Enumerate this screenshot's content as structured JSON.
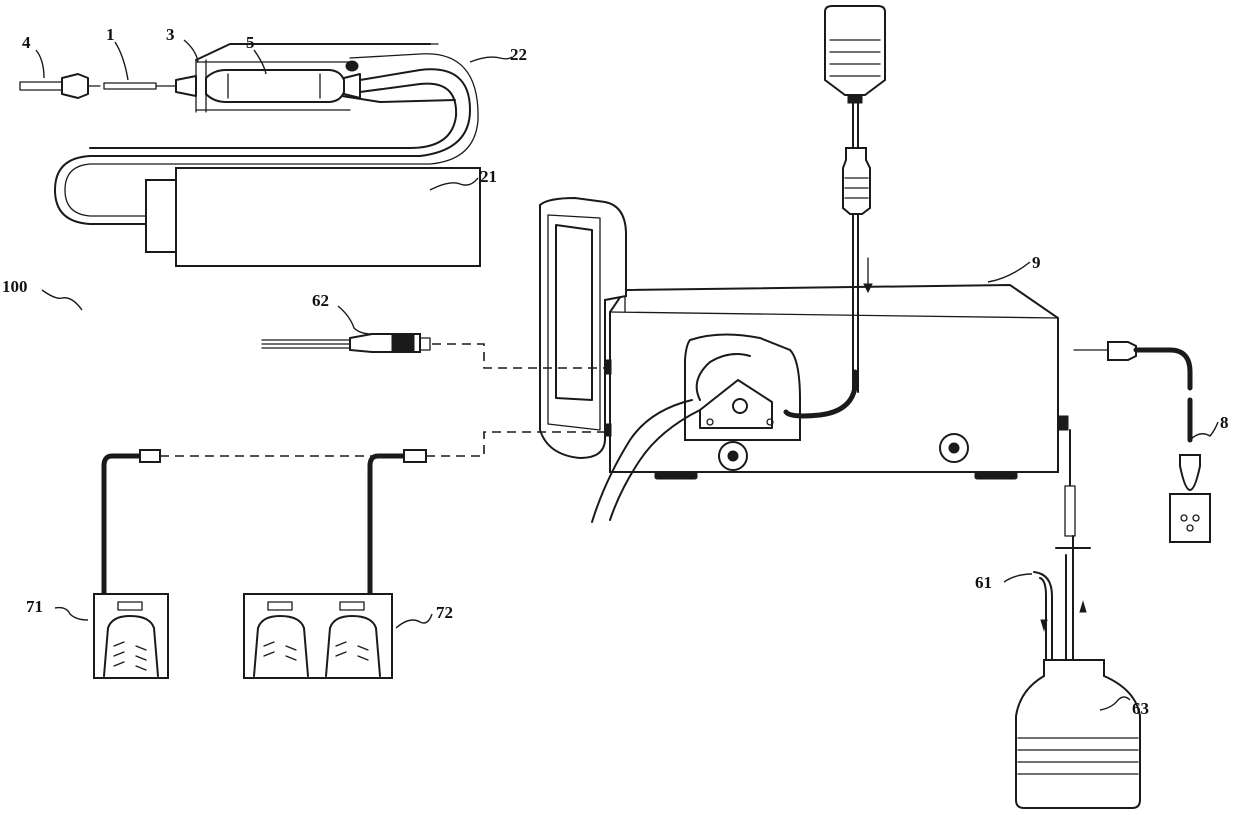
{
  "labels": {
    "l4": "4",
    "l1": "1",
    "l3": "3",
    "l5": "5",
    "l22": "22",
    "l21": "21",
    "l100": "100",
    "l62": "62",
    "l9": "9",
    "l8": "8",
    "l71": "71",
    "l72": "72",
    "l61": "61",
    "l63": "63"
  }
}
